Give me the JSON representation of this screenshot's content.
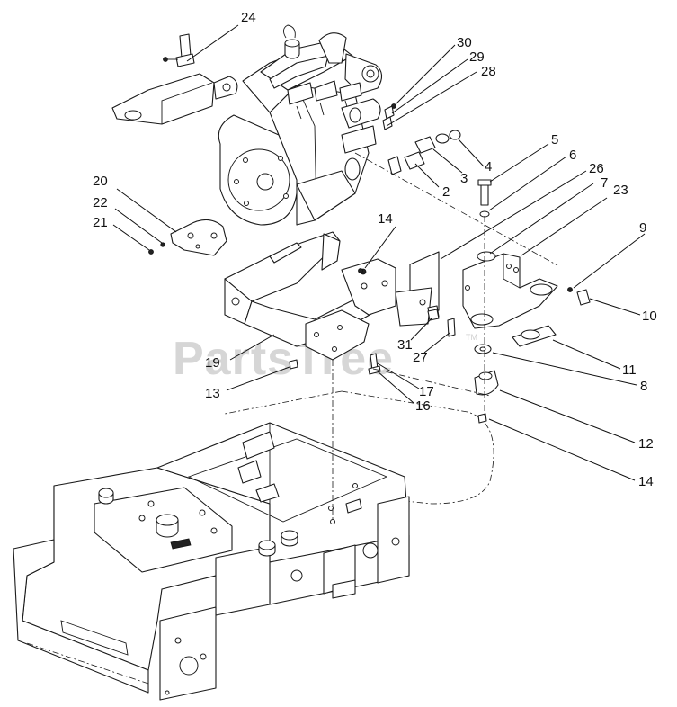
{
  "watermark": {
    "text": "PartsTree",
    "mark": "TM"
  },
  "callouts": [
    {
      "id": "c24a",
      "text": "24"
    },
    {
      "id": "c30",
      "text": "30"
    },
    {
      "id": "c29",
      "text": "29"
    },
    {
      "id": "c28",
      "text": "28"
    },
    {
      "id": "c5",
      "text": "5"
    },
    {
      "id": "c6",
      "text": "6"
    },
    {
      "id": "c26",
      "text": "26"
    },
    {
      "id": "c7",
      "text": "7"
    },
    {
      "id": "c23",
      "text": "23"
    },
    {
      "id": "c4",
      "text": "4"
    },
    {
      "id": "c3",
      "text": "3"
    },
    {
      "id": "c2",
      "text": "2"
    },
    {
      "id": "c20",
      "text": "20"
    },
    {
      "id": "c22",
      "text": "22"
    },
    {
      "id": "c21",
      "text": "21"
    },
    {
      "id": "c14a",
      "text": "14"
    },
    {
      "id": "c9",
      "text": "9"
    },
    {
      "id": "c10",
      "text": "10"
    },
    {
      "id": "c11",
      "text": "11"
    },
    {
      "id": "c31",
      "text": "31"
    },
    {
      "id": "c27",
      "text": "27"
    },
    {
      "id": "c19",
      "text": "19"
    },
    {
      "id": "c13",
      "text": "13"
    },
    {
      "id": "c17",
      "text": "17"
    },
    {
      "id": "c16",
      "text": "16"
    },
    {
      "id": "c8",
      "text": "8"
    },
    {
      "id": "c12",
      "text": "12"
    },
    {
      "id": "c14b",
      "text": "14"
    }
  ]
}
